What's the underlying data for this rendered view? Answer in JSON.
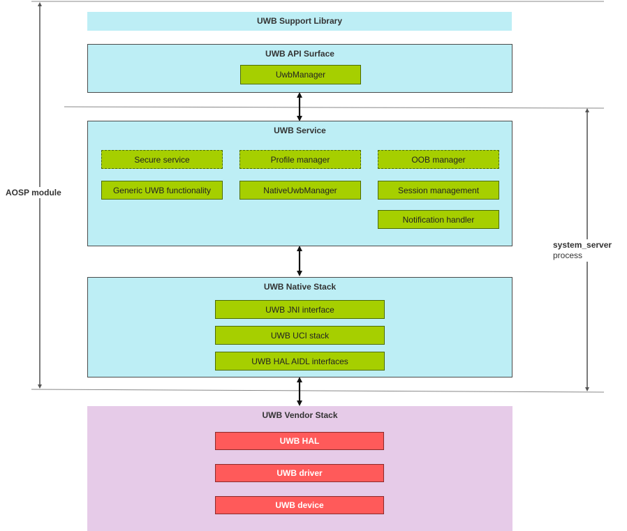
{
  "support_library": {
    "label": "UWB Support Library"
  },
  "api_surface": {
    "title": "UWB API Surface",
    "items": [
      "UwbManager"
    ]
  },
  "service": {
    "title": "UWB Service",
    "items": [
      {
        "label": "Secure service",
        "style": "dashed"
      },
      {
        "label": "Profile manager",
        "style": "dashed"
      },
      {
        "label": "OOB manager",
        "style": "dashed"
      },
      {
        "label": "Generic UWB functionality",
        "style": "solid"
      },
      {
        "label": "NativeUwbManager",
        "style": "solid"
      },
      {
        "label": "Session management",
        "style": "solid"
      },
      {
        "label": "Notification handler",
        "style": "solid"
      }
    ]
  },
  "native_stack": {
    "title": "UWB Native Stack",
    "items": [
      "UWB JNI interface",
      "UWB UCI stack",
      "UWB HAL AIDL interfaces"
    ]
  },
  "vendor_stack": {
    "title": "UWB Vendor Stack",
    "items": [
      "UWB HAL",
      "UWB driver",
      "UWB device"
    ]
  },
  "left_label": "AOSP module",
  "right_label": {
    "line1": "system_server",
    "line2": "process"
  },
  "colors": {
    "panel_blue": "#bdeef5",
    "panel_purple": "#e6cbe8",
    "component_green": "#a6cf00",
    "component_red": "#ff5a5a"
  }
}
